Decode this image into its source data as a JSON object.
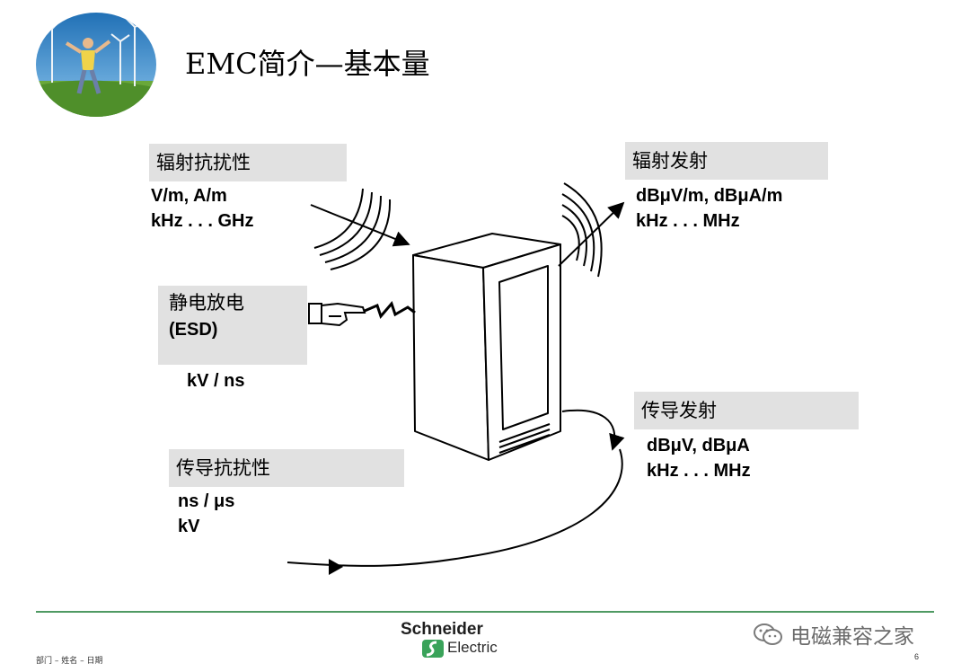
{
  "header": {
    "title": "EMC简介—基本量"
  },
  "blocks": {
    "radiated_immunity": {
      "label": "辐射抗扰性",
      "line1": "V/m, A/m",
      "line2": "kHz . . . GHz"
    },
    "radiated_emission": {
      "label": "辐射发射",
      "line1": "dBμV/m, dBμA/m",
      "line2": "kHz . . . MHz"
    },
    "esd": {
      "label_line1": "静电放电",
      "label_line2": "(ESD)",
      "units": "kV / ns"
    },
    "conducted_emission": {
      "label": "传导发射",
      "line1": "dBμV, dBμA",
      "line2": "kHz . . . MHz"
    },
    "conducted_immunity": {
      "label": "传导抗扰性",
      "line1": "ns / μs",
      "line2": "kV"
    }
  },
  "footer": {
    "left_text": "部门 – 姓名 – 日期",
    "brand_top": "Schneider",
    "brand_bottom": "Electric",
    "watermark": "电磁兼容之家",
    "page_number": "6"
  },
  "colors": {
    "label_bg": "#e1e1e1",
    "footer_line": "#4f9a63",
    "brand_green": "#3aa35a"
  },
  "icons": [
    "header-photo-logo",
    "cabinet-illustration",
    "pointing-hand-icon",
    "lightning-spark-icon",
    "wechat-icon"
  ]
}
